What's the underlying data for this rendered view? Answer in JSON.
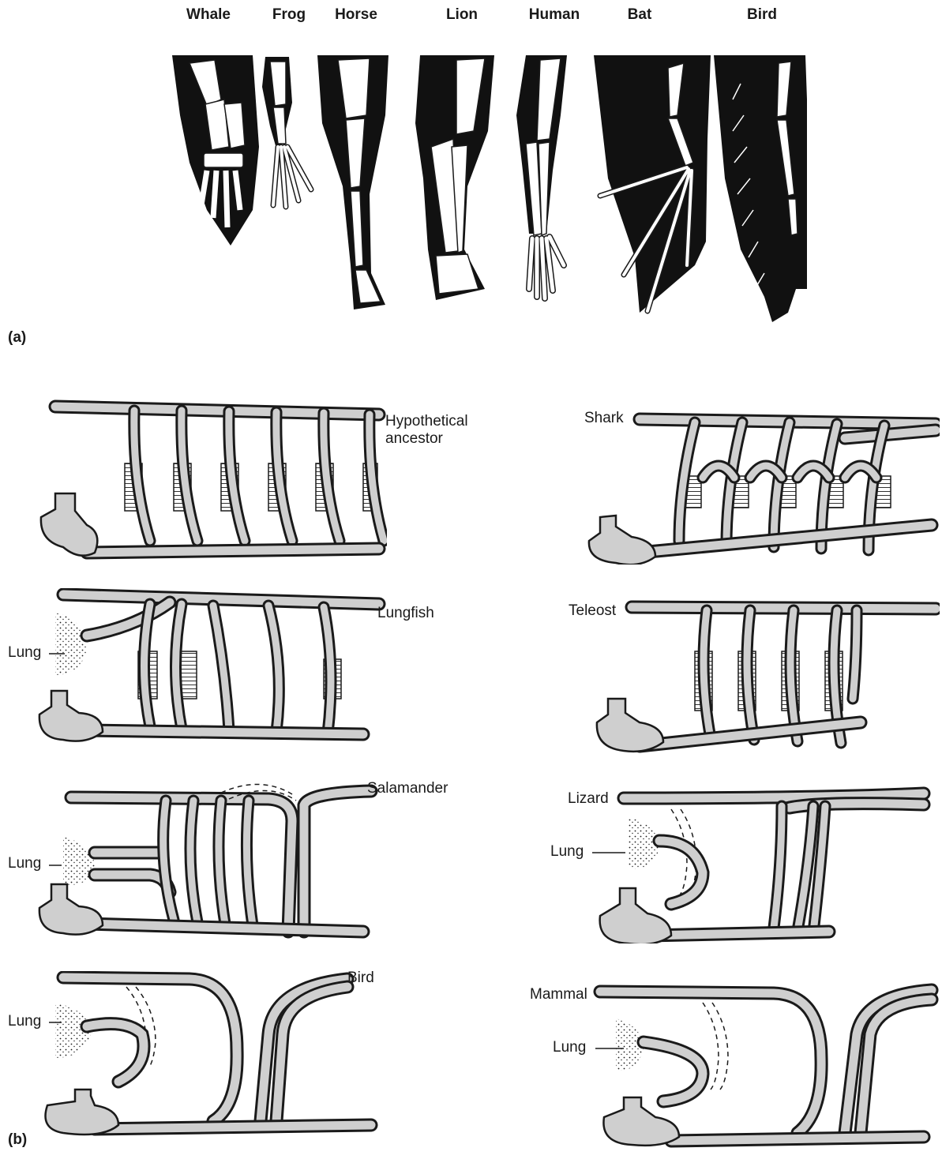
{
  "part_a": {
    "label": "(a)",
    "species": [
      "Whale",
      "Frog",
      "Horse",
      "Lion",
      "Human",
      "Bat",
      "Bird"
    ]
  },
  "part_b": {
    "label": "(b)",
    "panels": {
      "ancestor": {
        "title": "Hypothetical\nancestor"
      },
      "shark": {
        "title": "Shark"
      },
      "lungfish": {
        "title": "Lungfish",
        "lung": "Lung"
      },
      "teleost": {
        "title": "Teleost"
      },
      "salamander": {
        "title": "Salamander",
        "lung": "Lung"
      },
      "lizard": {
        "title": "Lizard",
        "lung": "Lung"
      },
      "bird": {
        "title": "Bird",
        "lung": "Lung"
      },
      "mammal": {
        "title": "Mammal",
        "lung": "Lung"
      }
    }
  }
}
